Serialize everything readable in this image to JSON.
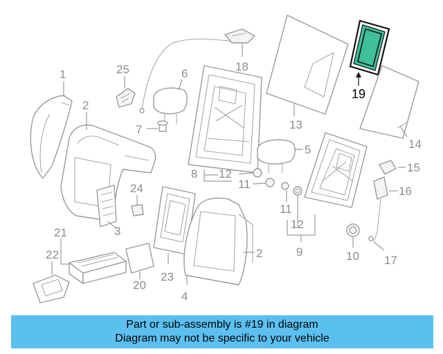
{
  "callouts": {
    "c1": "1",
    "c2a": "2",
    "c2b": "2",
    "c3": "3",
    "c4": "4",
    "c5": "5",
    "c6": "6",
    "c7": "7",
    "c8": "8",
    "c9": "9",
    "c10": "10",
    "c11a": "11",
    "c11b": "11",
    "c12a": "12",
    "c12b": "12",
    "c13": "13",
    "c14": "14",
    "c15": "15",
    "c16": "16",
    "c17": "17",
    "c18": "18",
    "c19": "19",
    "c20": "20",
    "c21": "21",
    "c22": "22",
    "c23": "23",
    "c24": "24",
    "c25": "25"
  },
  "highlight": {
    "part_number": "19",
    "color": "#3fbf9a"
  },
  "banner": {
    "line1": "Part or sub-assembly is #19 in diagram",
    "line2": "Diagram may not be specific to your vehicle",
    "background": "#5bc0f0"
  }
}
